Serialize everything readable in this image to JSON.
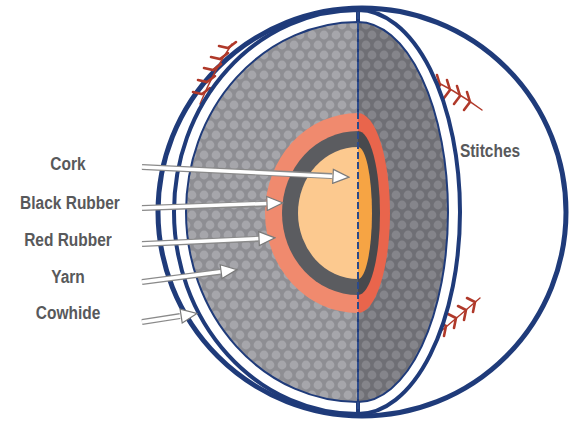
{
  "diagram": {
    "labels": [
      "Cork",
      "Black Rubber",
      "Red Rubber",
      "Yarn",
      "Cowhide",
      "Stitches"
    ]
  }
}
